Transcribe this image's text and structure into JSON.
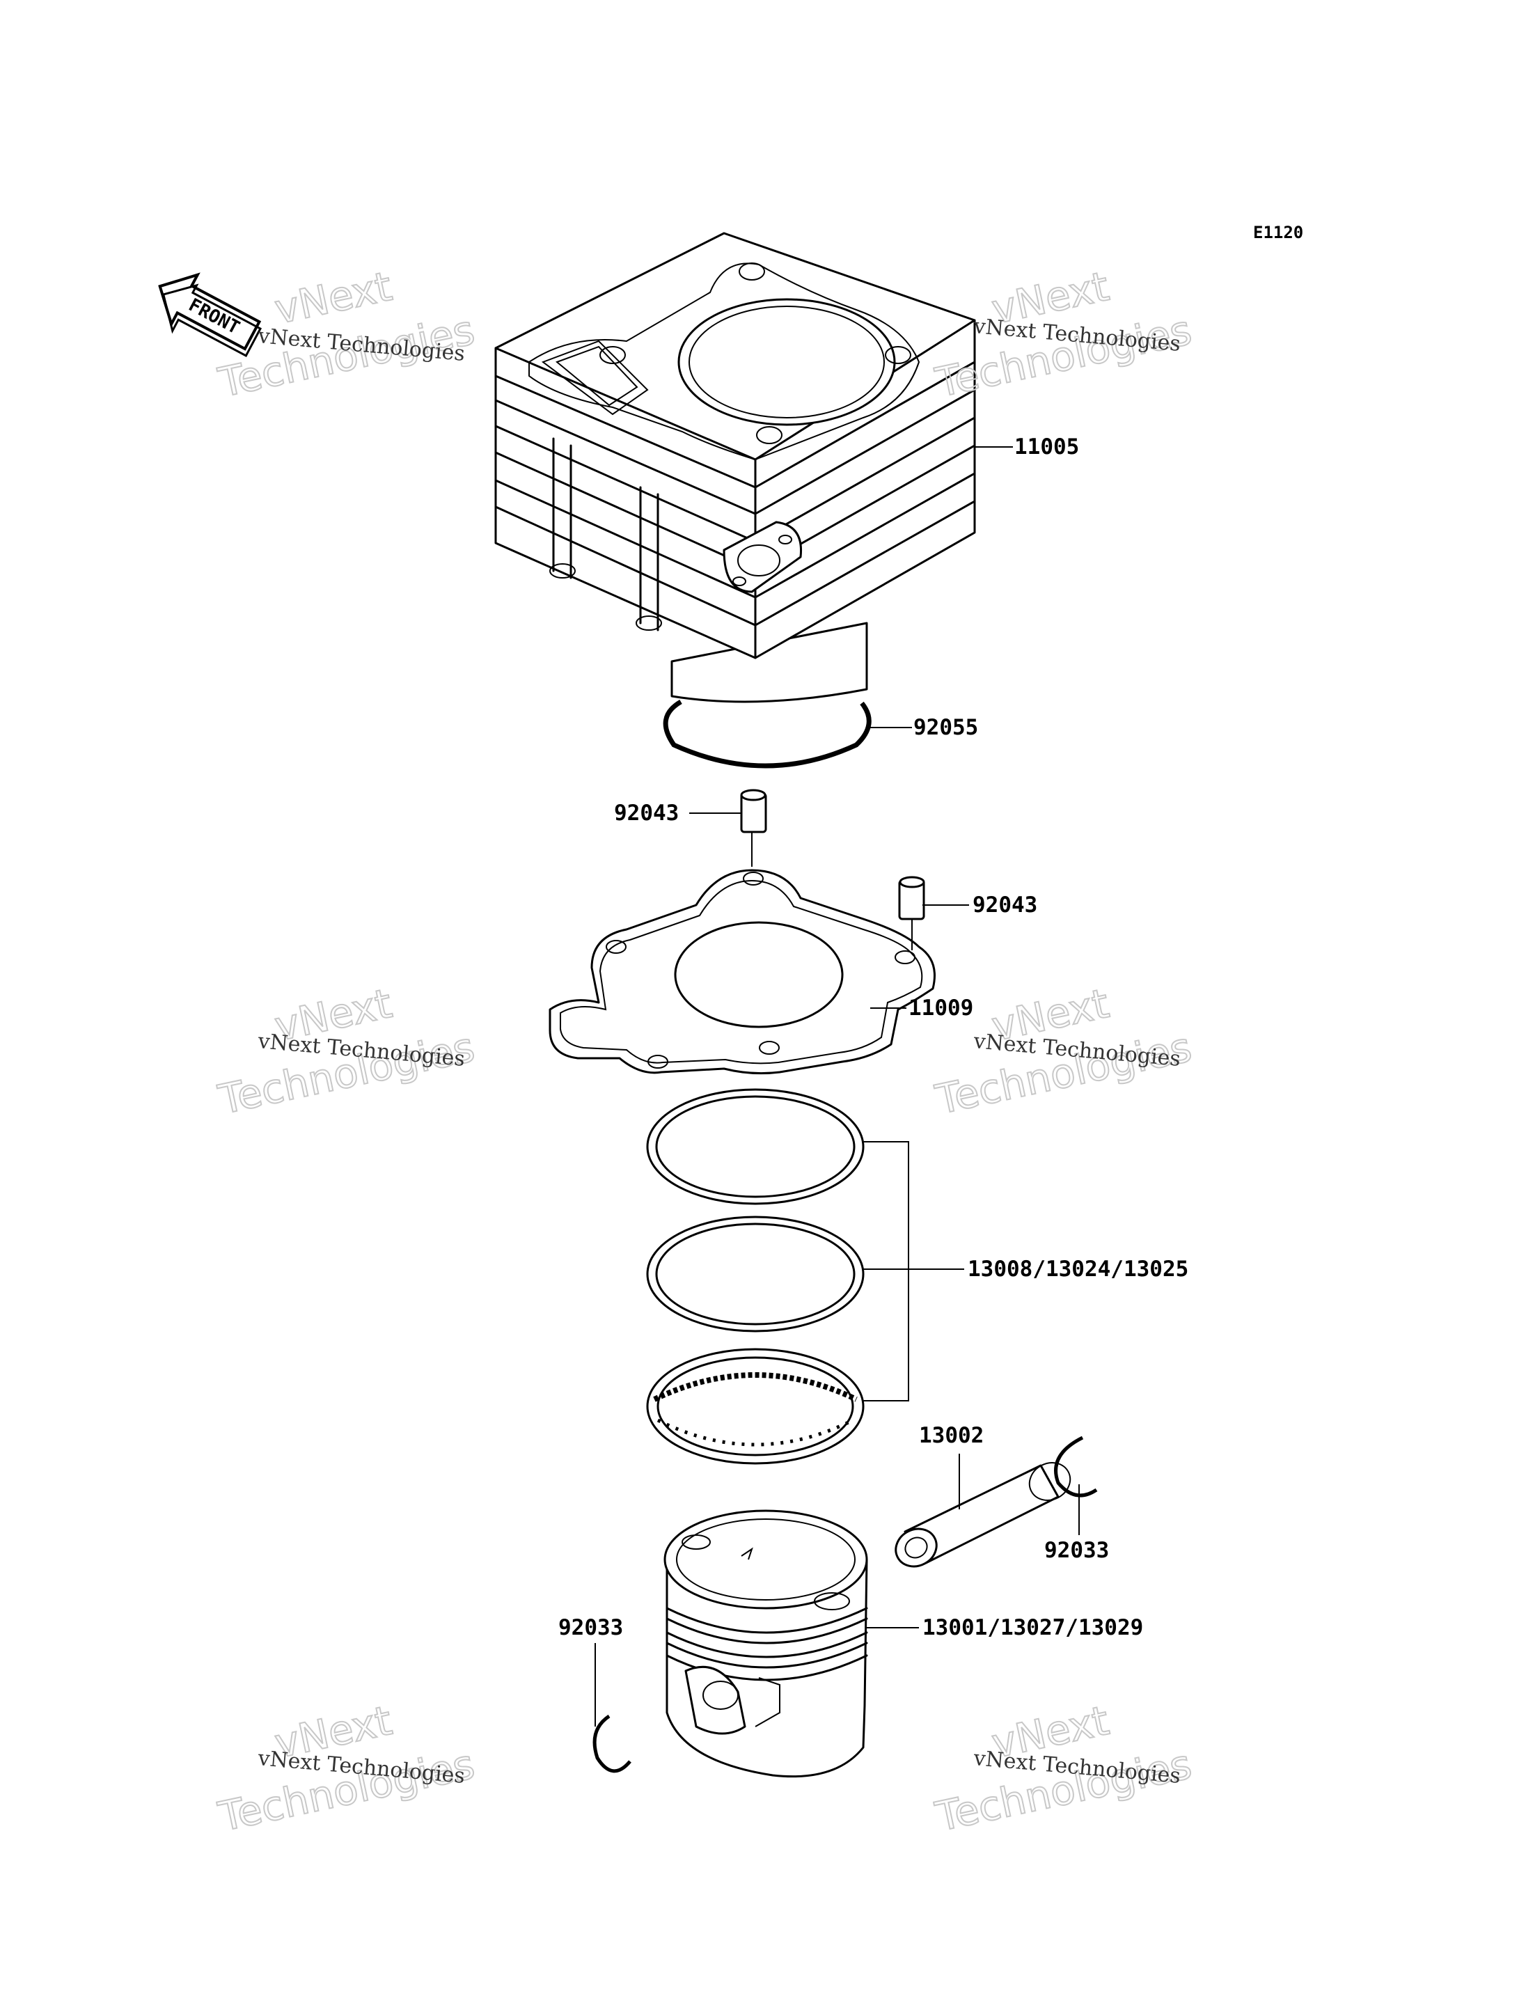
{
  "diagram_code": "E1120",
  "front_indicator": "FRONT",
  "watermark": {
    "line1": "vNext Technologies",
    "big_top": "vNext",
    "big_bottom": "Technologies"
  },
  "parts": [
    {
      "id": "cylinder",
      "number": "11005"
    },
    {
      "id": "o-ring",
      "number": "92055"
    },
    {
      "id": "dowel-pin-left",
      "number": "92043"
    },
    {
      "id": "dowel-pin-right",
      "number": "92043"
    },
    {
      "id": "cylinder-gasket",
      "number": "11009"
    },
    {
      "id": "piston-ring-set",
      "number": "13008/13024/13025"
    },
    {
      "id": "piston-pin",
      "number": "13002"
    },
    {
      "id": "circlip-right",
      "number": "92033"
    },
    {
      "id": "circlip-left",
      "number": "92033"
    },
    {
      "id": "piston",
      "number": "13001/13027/13029"
    }
  ]
}
